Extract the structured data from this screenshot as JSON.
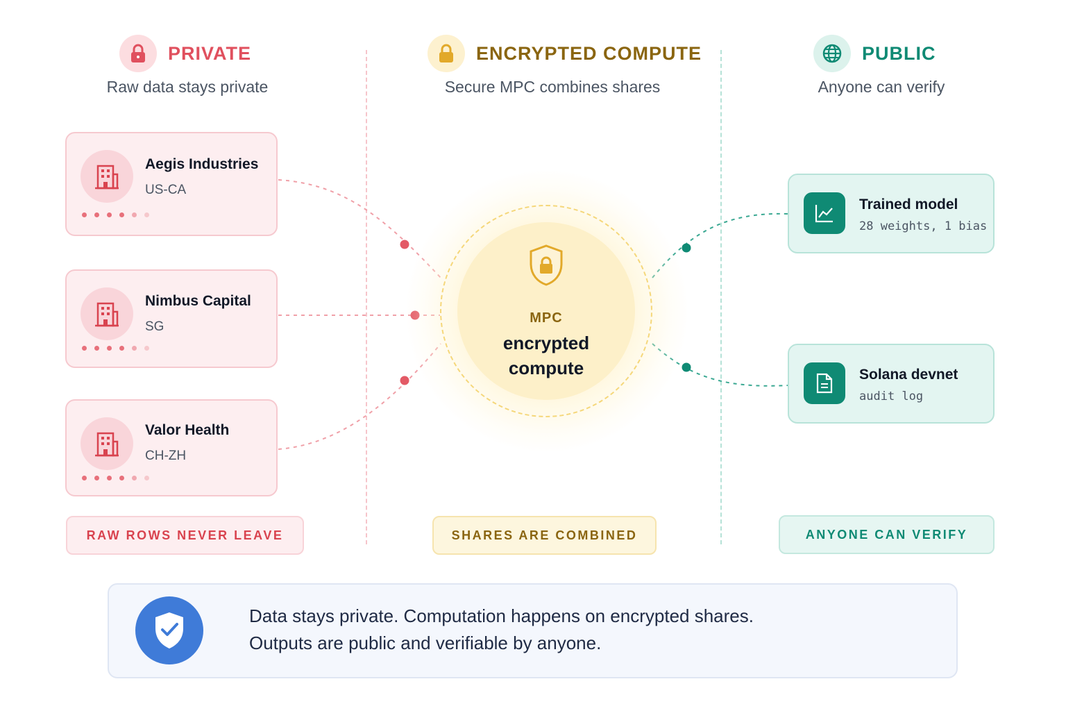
{
  "columns": {
    "private": {
      "title": "PRIVATE",
      "subtitle": "Raw data stays private",
      "icon": "lock-icon",
      "color": "#e0505e"
    },
    "compute": {
      "title": "ENCRYPTED COMPUTE",
      "subtitle": "Secure MPC combines shares",
      "icon": "lock-icon",
      "color": "#8a6510"
    },
    "public": {
      "title": "PUBLIC",
      "subtitle": "Anyone can verify",
      "icon": "globe-icon",
      "color": "#0f8a74"
    }
  },
  "organizations": [
    {
      "name": "Aegis Industries",
      "region": "US-CA",
      "icon": "building-icon"
    },
    {
      "name": "Nimbus Capital",
      "region": "SG",
      "icon": "building-icon"
    },
    {
      "name": "Valor Health",
      "region": "CH-ZH",
      "icon": "building-icon"
    }
  ],
  "mpc": {
    "small_label": "MPC",
    "line1": "encrypted",
    "line2": "compute",
    "icon": "shield-lock-icon"
  },
  "outputs": [
    {
      "name": "Trained model",
      "detail": "28 weights, 1 bias",
      "icon": "chart-icon"
    },
    {
      "name": "Solana devnet",
      "detail": "audit log",
      "icon": "document-icon"
    }
  ],
  "pills": {
    "private": "RAW ROWS NEVER LEAVE",
    "compute": "SHARES ARE COMBINED",
    "public": "ANYONE CAN VERIFY"
  },
  "banner": {
    "line1": "Data stays private. Computation happens on encrypted shares.",
    "line2": "Outputs are public and verifiable by anyone.",
    "icon": "shield-check-icon"
  }
}
